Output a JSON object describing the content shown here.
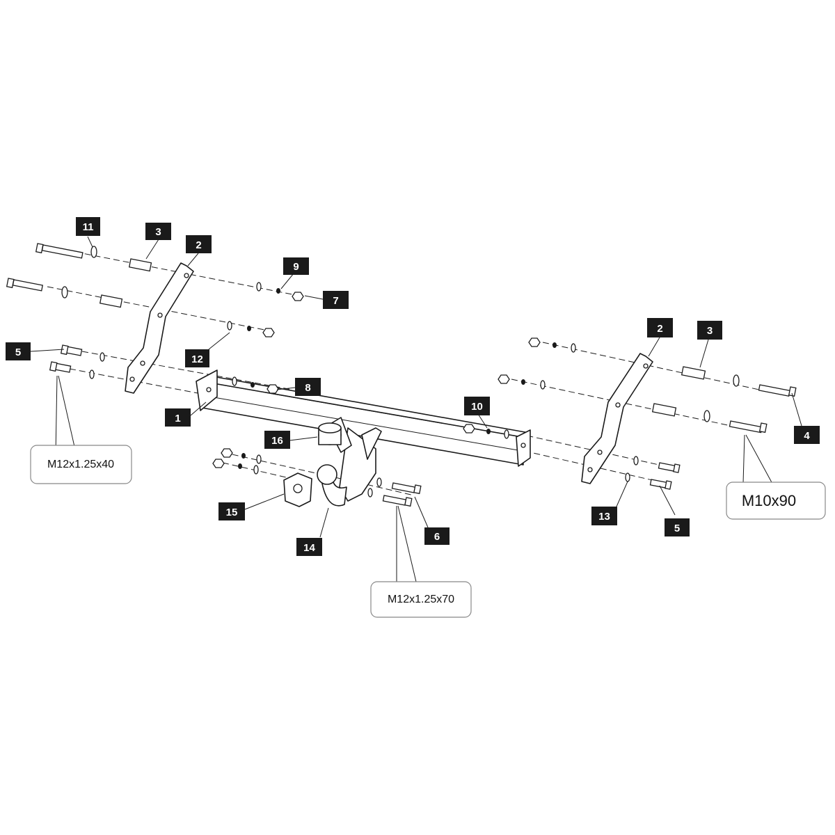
{
  "callouts": {
    "c1": "1",
    "c2a": "2",
    "c2b": "2",
    "c3a": "3",
    "c3b": "3",
    "c4": "4",
    "c5a": "5",
    "c5b": "5",
    "c6": "6",
    "c7": "7",
    "c8": "8",
    "c9": "9",
    "c10": "10",
    "c11": "11",
    "c12": "12",
    "c13": "13",
    "c14": "14",
    "c15": "15",
    "c16": "16"
  },
  "specs": {
    "left_bolt": "M12x1.25x40",
    "center_bolt": "M12x1.25x70",
    "right_bolt": "M10x90"
  },
  "colors": {
    "ink": "#1a1a1a",
    "tag_bg": "#1a1a1a",
    "tag_text": "#ffffff",
    "paper": "#ffffff"
  }
}
